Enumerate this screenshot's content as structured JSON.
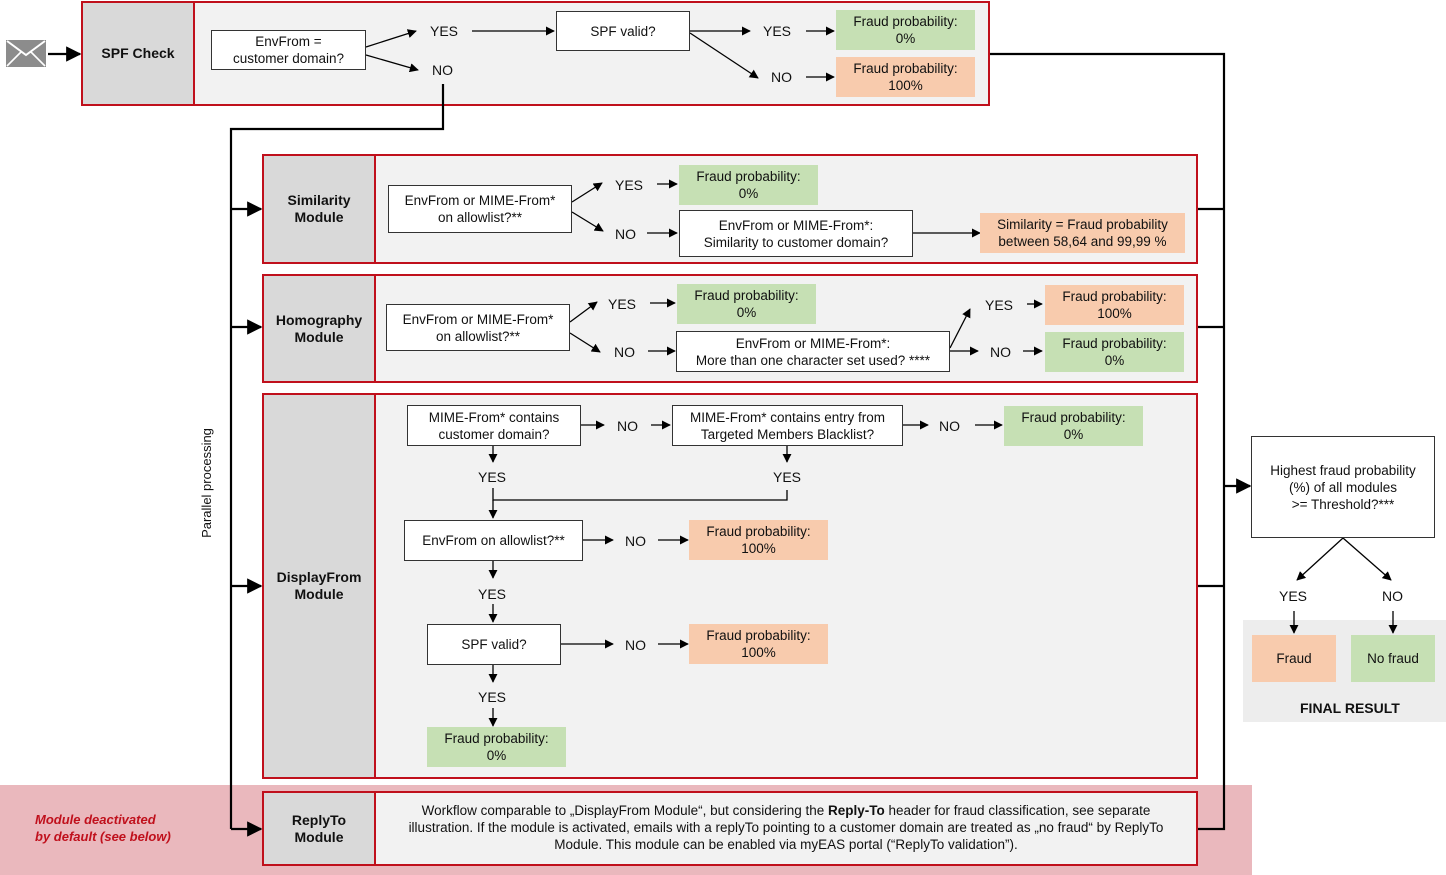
{
  "spf_check": {
    "label": "SPF Check",
    "q1": "EnvFrom =\ncustomer domain?",
    "yes": "YES",
    "no": "NO",
    "q2": "SPF valid?",
    "yes2": "YES",
    "no2": "NO",
    "r_yes": "Fraud probability:\n0%",
    "r_no": "Fraud probability:\n100%"
  },
  "side_label": "Parallel processing",
  "similarity": {
    "label": "Similarity\nModule",
    "q1": "EnvFrom or MIME-From*\non allowlist?**",
    "yes": "YES",
    "no": "NO",
    "r_yes": "Fraud probability:\n0%",
    "q2": "EnvFrom or MIME-From*:\nSimilarity to customer domain?",
    "r_sim": "Similarity = Fraud probability\nbetween 58,64 and 99,99 %"
  },
  "homography": {
    "label": "Homography\nModule",
    "q1": "EnvFrom or MIME-From*\non allowlist?**",
    "yes": "YES",
    "no": "NO",
    "r_yes": "Fraud probability:\n0%",
    "q2": "EnvFrom or MIME-From*:\nMore than one character set used? ****",
    "yes2": "YES",
    "no2": "NO",
    "r_yes2": "Fraud probability:\n100%",
    "r_no2": "Fraud probability:\n0%"
  },
  "displayfrom": {
    "label": "DisplayFrom\nModule",
    "q1": "MIME-From* contains\ncustomer domain?",
    "no1": "NO",
    "q2": "MIME-From* contains entry from\nTargeted Members Blacklist?",
    "no2": "NO",
    "r_no2": "Fraud probability:\n0%",
    "yes1": "YES",
    "yes2": "YES",
    "q3": "EnvFrom on allowlist?**",
    "no3": "NO",
    "r_no3": "Fraud probability:\n100%",
    "yes3": "YES",
    "q4": "SPF valid?",
    "no4": "NO",
    "r_no4": "Fraud probability:\n100%",
    "yes4": "YES",
    "r_yes4": "Fraud probability:\n0%"
  },
  "replyto": {
    "label": "ReplyTo\nModule",
    "deactivated_note": "Module deactivated\nby default (see below)",
    "desc_before": "Workflow comparable to „DisplayFrom Module“, but considering the ",
    "desc_bold": "Reply-To",
    "desc_after": " header for fraud classification, see separate illustration.  If the module is activated, emails with a replyTo pointing to a customer domain are treated as „no fraud“ by ReplyTo Module. This module can be enabled via myEAS portal (“ReplyTo validation”)."
  },
  "final": {
    "question": "Highest fraud probability\n(%) of all modules\n>= Threshold?***",
    "yes": "YES",
    "no": "NO",
    "fraud": "Fraud",
    "no_fraud": "No fraud",
    "title": "FINAL RESULT"
  },
  "colors": {
    "border_red": "#c0101c",
    "panel_gray": "#f2f2f2",
    "label_gray": "#d9d9d9",
    "green": "#c6e0b4",
    "orange": "#f8cbad",
    "replyto_band": "#eab8bd",
    "note_red": "#c0101c"
  }
}
